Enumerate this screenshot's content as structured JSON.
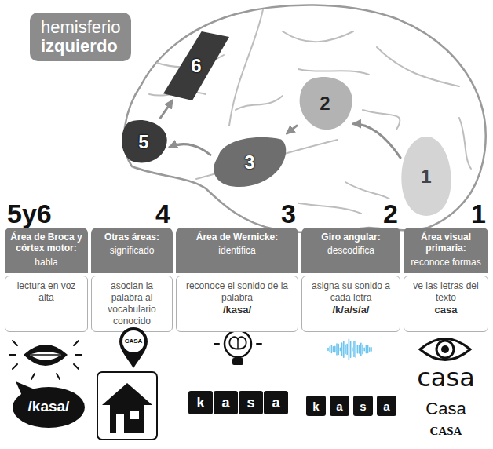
{
  "diagram": {
    "nodes": [
      {
        "text": [
          "hemisferio",
          "izquierdo"
        ]
      },
      {
        "text": [
          "6"
        ]
      },
      {
        "text": [
          "2"
        ]
      },
      {
        "text": [
          "5"
        ]
      },
      {
        "text": [
          "3"
        ]
      },
      {
        "text": [
          "1"
        ]
      },
      {
        "text": [
          "5y6",
          "Área de Broca y córtex motor:",
          "habla"
        ]
      },
      {
        "text": [
          "4",
          "Otras áreas:",
          "significado"
        ]
      },
      {
        "text": [
          "3",
          "Área de Wernicke:",
          "identifica"
        ]
      },
      {
        "text": [
          "2",
          "Giro angular:",
          "descodifica"
        ]
      },
      {
        "text": [
          "1",
          "Área visual primaria:",
          "reconoce formas"
        ]
      },
      {
        "text": [
          "lectura en voz alta"
        ]
      },
      {
        "text": [
          "asocian la palabra al vocabulario conocido"
        ]
      },
      {
        "text": [
          "reconoce el sonido de la palabra",
          "/kasa/"
        ]
      },
      {
        "text": [
          "asigna su sonido a cada letra",
          "/k/a/s/a/"
        ]
      },
      {
        "text": [
          "ve las letras del texto",
          "casa"
        ]
      },
      {
        "text": [
          "/kasa/"
        ]
      },
      {
        "text": [
          "CASA"
        ]
      },
      {
        "text": [
          "k"
        ]
      },
      {
        "text": [
          "a"
        ]
      },
      {
        "text": [
          "s"
        ]
      },
      {
        "text": [
          "a"
        ]
      },
      {
        "text": [
          "k"
        ]
      },
      {
        "text": [
          "a"
        ]
      },
      {
        "text": [
          "s"
        ]
      },
      {
        "text": [
          "a"
        ]
      }
    ],
    "edges": [
      {
        "from": 5,
        "to": 2,
        "arrow": "to"
      },
      {
        "from": 2,
        "to": 4,
        "arrow": "to"
      },
      {
        "from": 4,
        "to": 3,
        "arrow": "to"
      },
      {
        "from": 3,
        "to": 1,
        "arrow": "to"
      }
    ],
    "labels": [
      "casa",
      "Casa",
      "CASA"
    ]
  }
}
